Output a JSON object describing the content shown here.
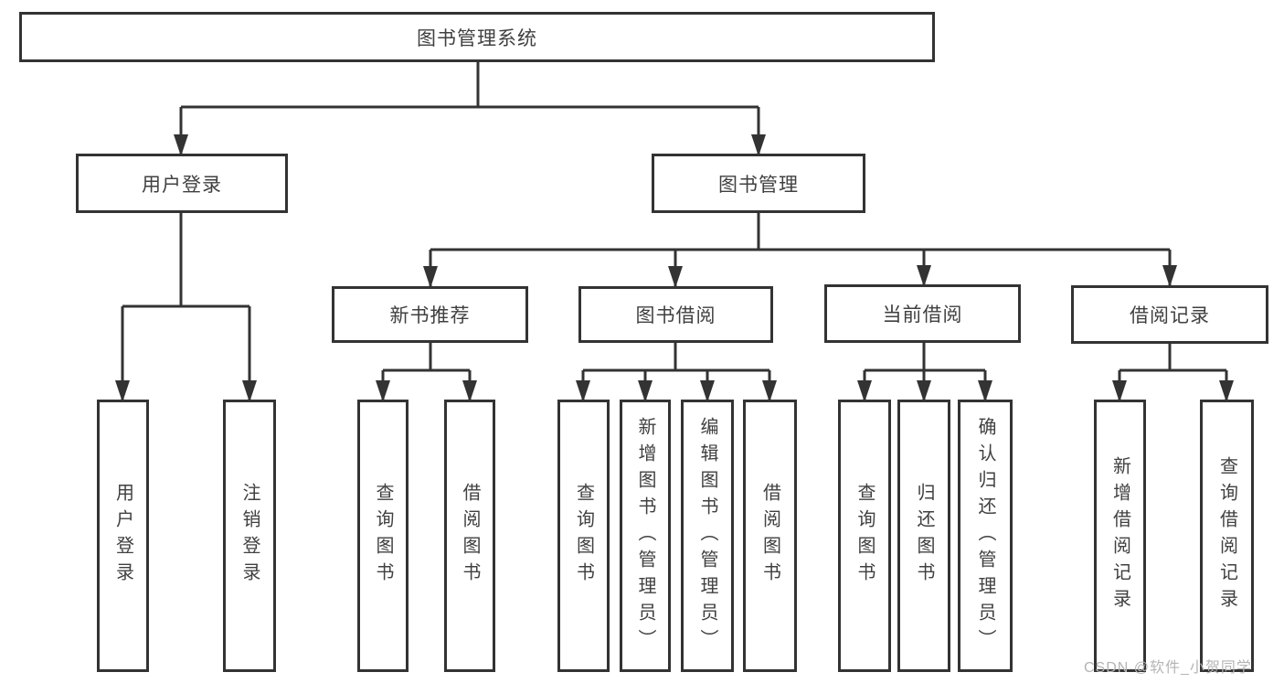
{
  "tree": {
    "root": {
      "label": "图书管理系统"
    },
    "level2": [
      {
        "label": "用户登录"
      },
      {
        "label": "图书管理"
      }
    ],
    "level3": [
      {
        "label": "新书推荐"
      },
      {
        "label": "图书借阅"
      },
      {
        "label": "当前借阅"
      },
      {
        "label": "借阅记录"
      }
    ],
    "leaves": {
      "user_login": [
        "用户登录",
        "注销登录"
      ],
      "new_book_recommend": [
        "查询图书",
        "借阅图书"
      ],
      "book_borrow": [
        "查询图书",
        "新增图书（管理员）",
        "编辑图书（管理员）",
        "借阅图书"
      ],
      "current_borrow": [
        "查询图书",
        "归还图书",
        "确认归还（管理员）"
      ],
      "borrow_record": [
        "新增借阅记录",
        "查询借阅记录"
      ]
    }
  },
  "watermark": "CSDN @软件_小贺同学",
  "colors": {
    "line": "#333333",
    "text": "#404040",
    "background": "#ffffff",
    "watermark": "#b4b4b4"
  }
}
